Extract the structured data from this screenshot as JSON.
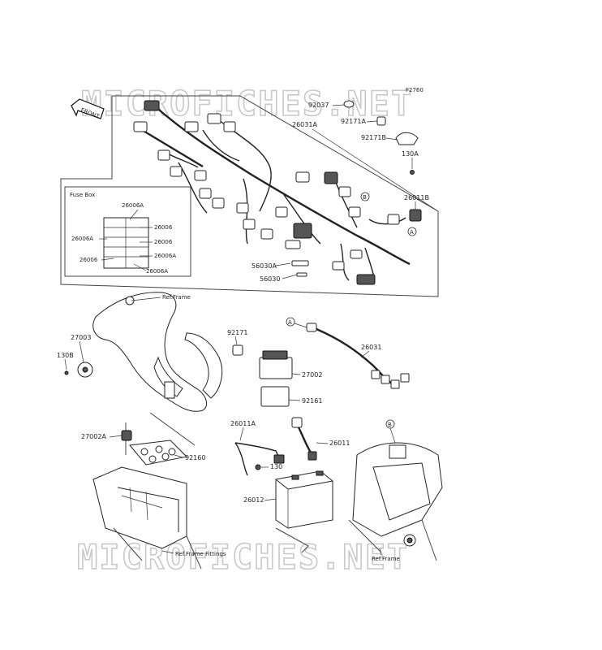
{
  "watermark": "MICROFICHES.NET",
  "figure_code": "F2760",
  "front_marker": "FRONT",
  "fuse_box": {
    "title": "Fuse Box",
    "labels": [
      "26006A",
      "26006A",
      "26006",
      "26006",
      "26006",
      "26006A",
      "26006A"
    ]
  },
  "callouts": {
    "p92037": "92037",
    "p26031A": "26031A",
    "p92171A": "92171A",
    "p92171B": "92171B",
    "p130A": "130A",
    "p26011B": "26011B",
    "p56030A": "56030A",
    "p56030": "56030",
    "p27003": "27003",
    "p130B": "130B",
    "p92171": "92171",
    "p26031": "26031",
    "p27002": "27002",
    "p92161": "92161",
    "p27002A": "27002A",
    "p92160": "92160",
    "p26011A": "26011A",
    "p26011": "26011",
    "p130": "130",
    "p26012": "26012"
  },
  "references": {
    "frame_top": "Ref.Frame",
    "frame_fittings": "Ref.Frame Fittings",
    "frame_bottom": "Ref.Frame"
  },
  "markers": {
    "a": "A",
    "b": "B"
  }
}
